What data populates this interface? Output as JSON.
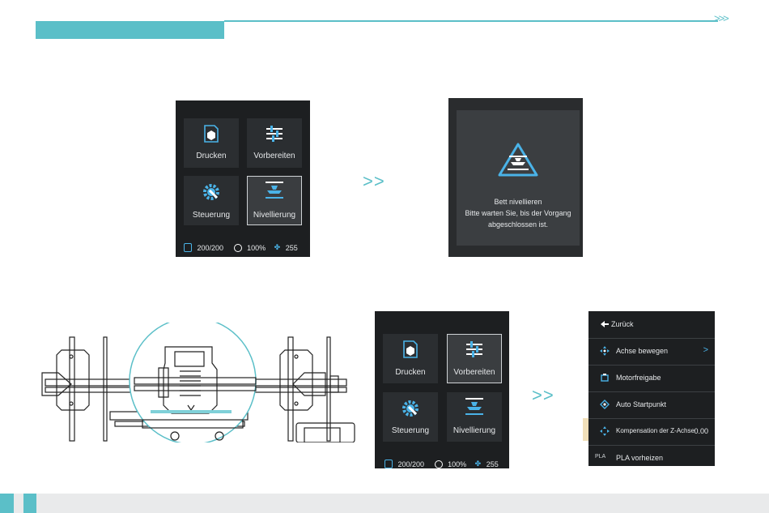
{
  "header": {
    "chevrons": ">>>"
  },
  "screen_main": {
    "tiles": [
      {
        "label": "Drucken",
        "icon": "print-file-icon"
      },
      {
        "label": "Vorbereiten",
        "icon": "sliders-icon"
      },
      {
        "label": "Steuerung",
        "icon": "gear-wrench-icon"
      },
      {
        "label": "Nivellierung",
        "icon": "level-icon"
      }
    ],
    "status": {
      "temp": "200/200",
      "speed": "100%",
      "fan": "255"
    }
  },
  "arrows": ">>",
  "leveling": {
    "line1": "Bett nivellieren",
    "line2": "Bitte warten Sie, bis der Vorgang",
    "line3": "abgeschlossen ist."
  },
  "screen_second": {
    "tiles": [
      {
        "label": "Drucken"
      },
      {
        "label": "Vorbereiten"
      },
      {
        "label": "Steuerung"
      },
      {
        "label": "Nivellierung"
      }
    ],
    "status": {
      "temp": "200/200",
      "speed": "100%",
      "fan": "255"
    }
  },
  "menu": {
    "items": [
      {
        "label": "Zurück",
        "icon": "back-icon",
        "right": ""
      },
      {
        "label": "Achse bewegen",
        "icon": "move-axis-icon",
        "right": ">"
      },
      {
        "label": "Motorfreigabe",
        "icon": "motor-icon",
        "right": ""
      },
      {
        "label": "Auto Startpunkt",
        "icon": "home-icon",
        "right": ""
      },
      {
        "label": "Kompensation der Z-Achse",
        "icon": "z-offset-icon",
        "right": "0.00"
      },
      {
        "label": "PLA vorheizen",
        "icon": "pla-icon",
        "right": "",
        "prefix": "PLA"
      }
    ]
  },
  "colors": {
    "accent": "#5bbfc8",
    "screen_bg": "#1d1f21",
    "tile_bg": "#2b2e31"
  }
}
